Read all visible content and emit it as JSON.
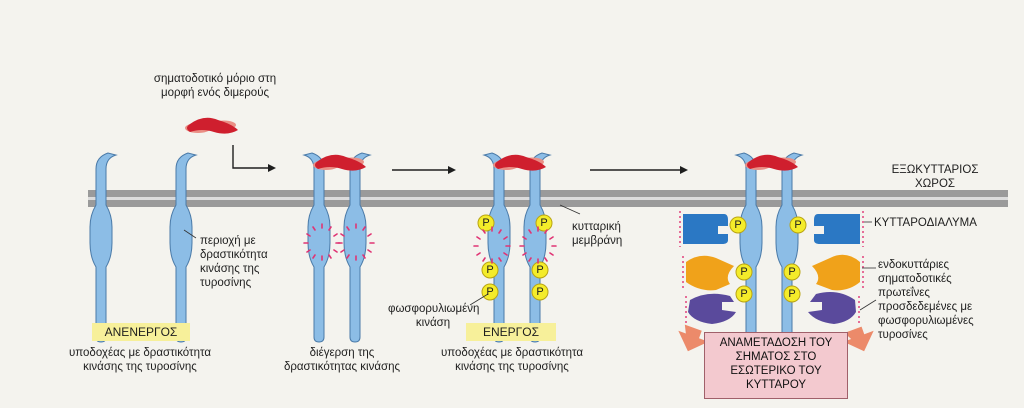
{
  "labels": {
    "signal_molecule": [
      "σηματοδοτικό μόριο στη",
      "μορφή ενός διμερούς"
    ],
    "extracellular": [
      "ΕΞΩΚΥΤΤΑΡΙΟΣ",
      "ΧΩΡΟΣ"
    ],
    "cytosol": "ΚΥΤΤΑΡΟΔΙΑΛΥΜΑ",
    "kinase_domain": [
      "περιοχή με",
      "δραστικότητα",
      "κινάσης της",
      "τυροσίνης"
    ],
    "membrane": [
      "κυτταρική",
      "μεμβράνη"
    ],
    "phosphorylated_kinase": [
      "φωσφορυλιωμένη",
      "κινάση"
    ],
    "inactive": "ΑΝΕΝΕΡΓΟΣ",
    "active": "ΕΝΕΡΓΟΣ",
    "receptor_caption_1": [
      "υποδοχέας με δραστικότητα",
      "κινάσης της τυροσίνης"
    ],
    "stimulation": [
      "διέγερση της",
      "δραστικότητας κινάσης"
    ],
    "receptor_caption_2": [
      "υποδοχέας με δραστικότητα",
      "κινάσης της τυροσίνης"
    ],
    "intracellular": [
      "ενδοκυττάριες",
      "σηματοδοτικές",
      "πρωτεΐνες",
      "προσδεδεμένες με",
      "φωσφορυλιωμένες",
      "τυροσίνες"
    ],
    "signal_transduction": [
      "ΑΝΑΜΕΤΑΔΟΣΗ ΤΟΥ",
      "ΣΗΜΑΤΟΣ ΣΤΟ",
      "ΕΣΩΤΕΡΙΚΟ ΤΟΥ",
      "ΚΥΤΤΑΡΟΥ"
    ],
    "phosphate": "P"
  },
  "colors": {
    "receptor": "#8cbde6",
    "receptor_stroke": "#4a7aa8",
    "membrane": "#9a9a9a",
    "ligand_dark": "#cf1f2e",
    "ligand_light": "#ea8f86",
    "phosphate": "#f4ec2a",
    "adaptor_blue": "#2b78c4",
    "adaptor_orange": "#f0a21a",
    "adaptor_purple": "#5a4a9c",
    "signal_box": "#f3c9cf",
    "arrow_orange": "#ec8a6a",
    "tag": "#f7f09a"
  }
}
